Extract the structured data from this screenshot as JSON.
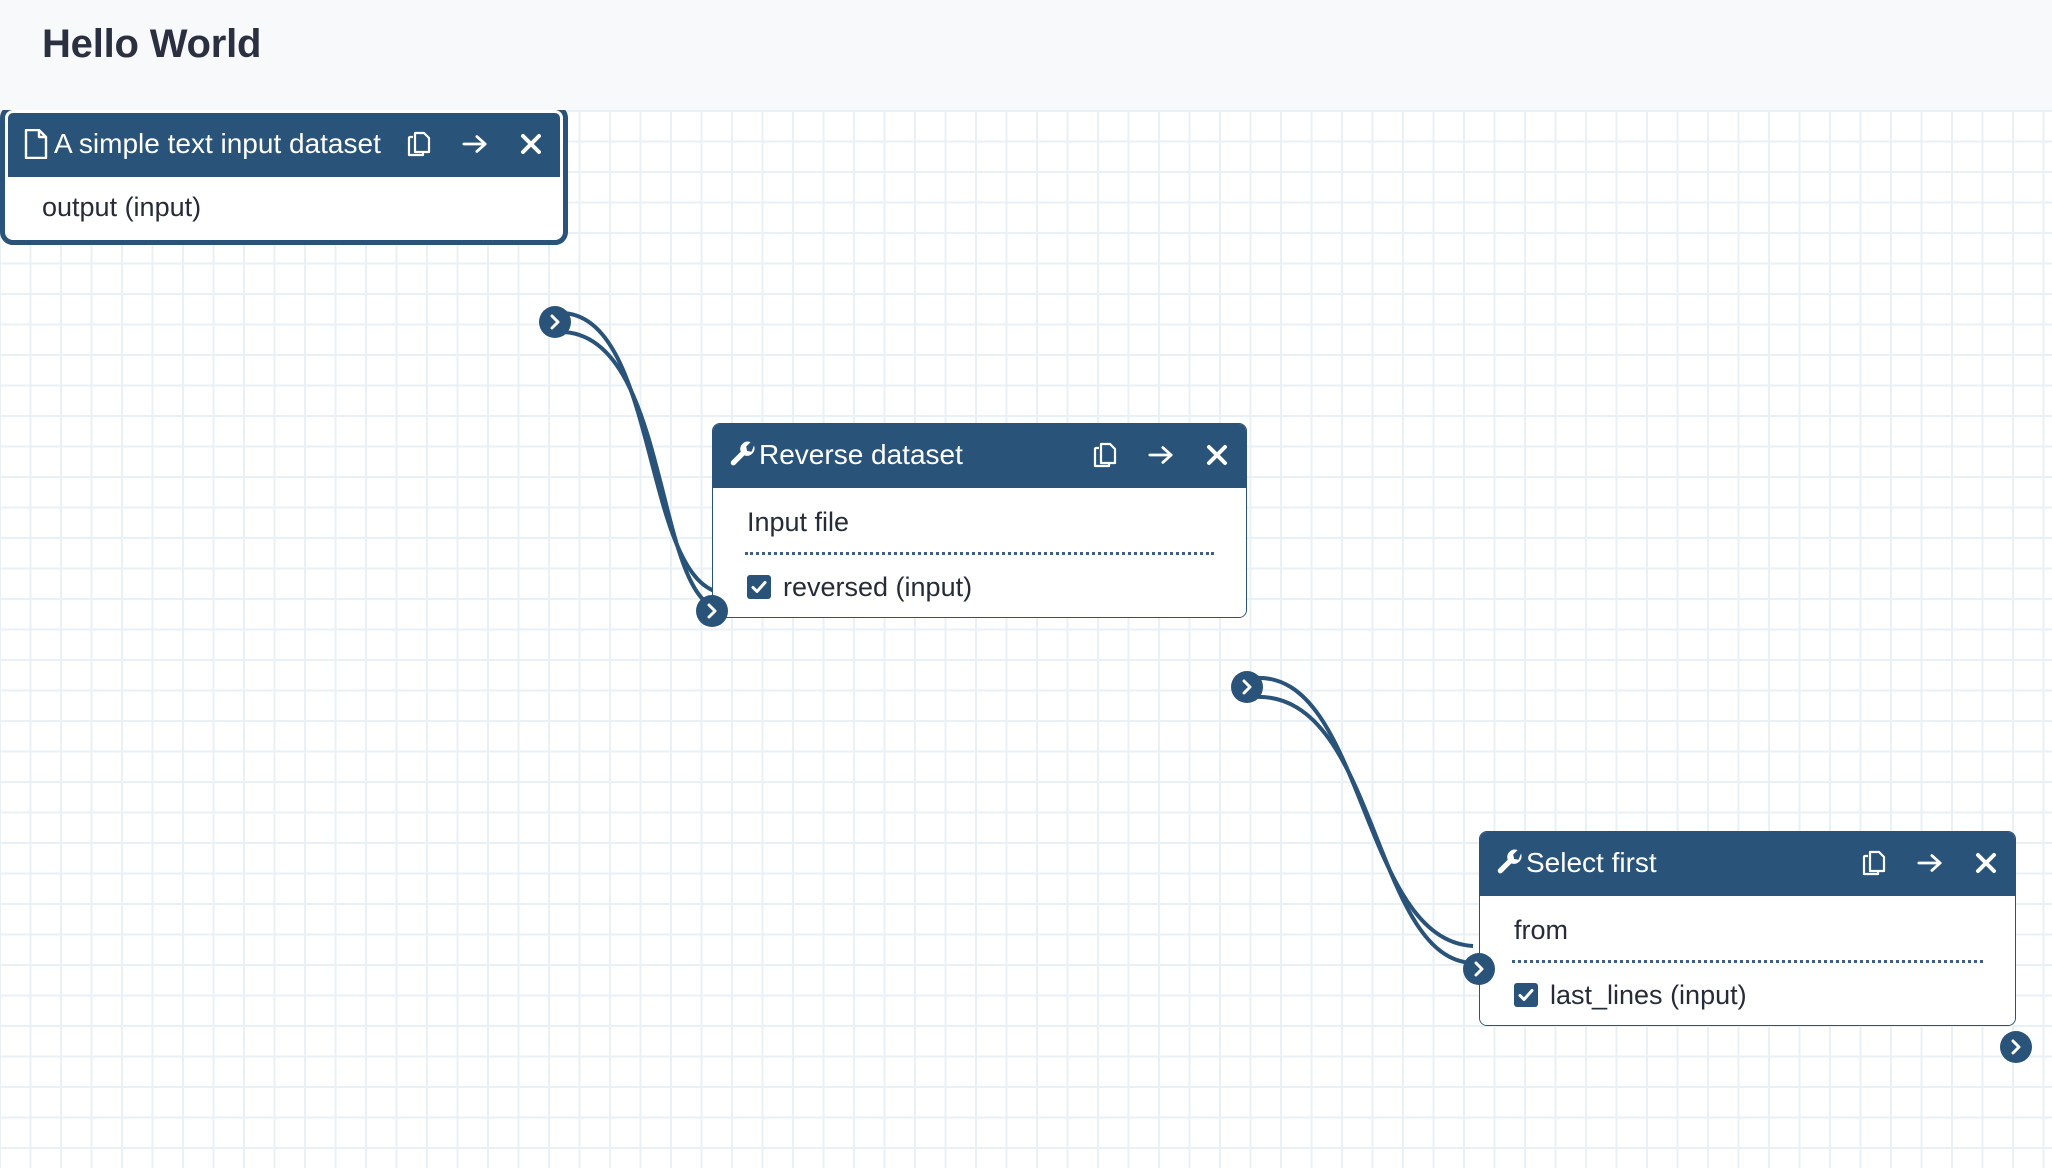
{
  "header": {
    "title": "Hello World"
  },
  "canvas": {
    "grid_color": "#eaf1f6",
    "background": "#ffffff",
    "accent_color": "#2a5379"
  },
  "nodes": [
    {
      "id": "node-input-dataset",
      "type_icon": "file-icon",
      "title": "A simple text input dataset",
      "selected": true,
      "actions": [
        {
          "name": "duplicate-icon",
          "label": "Duplicate"
        },
        {
          "name": "arrow-right-icon",
          "label": "Run"
        },
        {
          "name": "close-icon",
          "label": "Remove"
        }
      ],
      "inputs": [],
      "outputs": [
        {
          "label": "output (input)"
        }
      ]
    },
    {
      "id": "node-reverse-dataset",
      "type_icon": "wrench-icon",
      "title": "Reverse dataset",
      "selected": false,
      "actions": [
        {
          "name": "duplicate-icon",
          "label": "Duplicate"
        },
        {
          "name": "arrow-right-icon",
          "label": "Run"
        },
        {
          "name": "close-icon",
          "label": "Remove"
        }
      ],
      "inputs": [
        {
          "label": "Input file"
        }
      ],
      "outputs": [
        {
          "label": "reversed (input)",
          "checked": true
        }
      ]
    },
    {
      "id": "node-select-first",
      "type_icon": "wrench-icon",
      "title": "Select first",
      "selected": false,
      "actions": [
        {
          "name": "duplicate-icon",
          "label": "Duplicate"
        },
        {
          "name": "arrow-right-icon",
          "label": "Run"
        },
        {
          "name": "close-icon",
          "label": "Remove"
        }
      ],
      "inputs": [
        {
          "label": "from"
        }
      ],
      "outputs": [
        {
          "label": "last_lines (input)",
          "checked": true
        }
      ]
    }
  ],
  "edges": [
    {
      "from": "node-input-dataset.output",
      "to": "node-reverse-dataset.input"
    },
    {
      "from": "node-reverse-dataset.output",
      "to": "node-select-first.input"
    }
  ]
}
